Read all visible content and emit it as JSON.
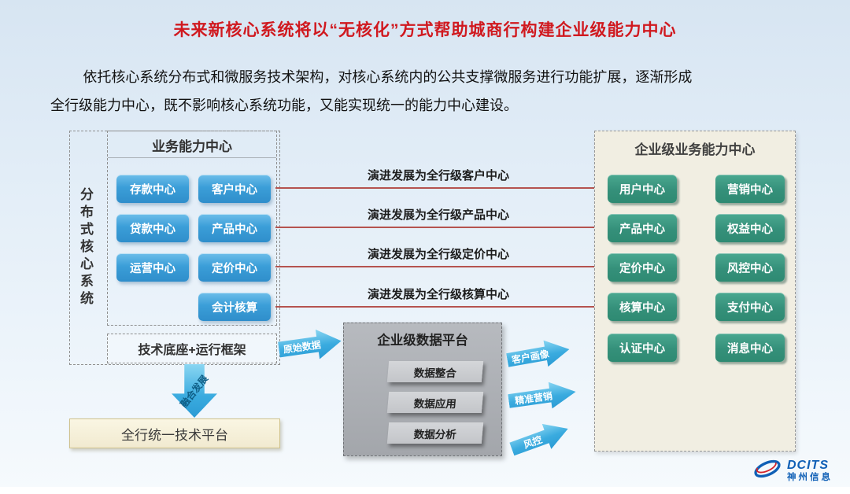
{
  "slide": {
    "title": "未来新核心系统将以“无核化”方式帮助城商行构建企业级能力中心",
    "intro_lines": [
      "依托核心系统分布式和微服务技术架构，对核心系统内的公共支撑微服务进行功能扩展，逐渐形成",
      "全行级能力中心，既不影响核心系统功能，又能实现统一的能力中心建设。"
    ]
  },
  "left_panel": {
    "vertical_label": "分布式核心系统",
    "business_center_title": "业务能力中心",
    "centers": [
      "存款中心",
      "客户中心",
      "贷款中心",
      "产品中心",
      "运营中心",
      "定价中心",
      "会计核算"
    ],
    "tech_base_label": "技术底座+运行框架",
    "merge_arrow_label": "融合发展",
    "unified_platform_label": "全行统一技术平台"
  },
  "evolution": {
    "labels": [
      "演进发展为全行级客户中心",
      "演进发展为全行级产品中心",
      "演进发展为全行级定价中心",
      "演进发展为全行级核算中心"
    ]
  },
  "data_platform": {
    "input_arrow_label": "原始数据",
    "title": "企业级数据平台",
    "items": [
      "数据整合",
      "数据应用",
      "数据分析"
    ],
    "output_arrows": [
      "客户画像",
      "精准营销",
      "风控"
    ]
  },
  "right_panel": {
    "title": "企业级业务能力中心",
    "centers": [
      "用户中心",
      "营销中心",
      "产品中心",
      "权益中心",
      "定价中心",
      "风控中心",
      "核算中心",
      "支付中心",
      "认证中心",
      "消息中心"
    ]
  },
  "logo": {
    "brand": "DCITS",
    "company": "神州信息"
  },
  "colors": {
    "title_red": "#d0191f",
    "blue_button": "#3b9ed8",
    "green_button": "#35907a",
    "arrow_blue": "#3aabdf",
    "evolution_red": "#b5534f"
  }
}
